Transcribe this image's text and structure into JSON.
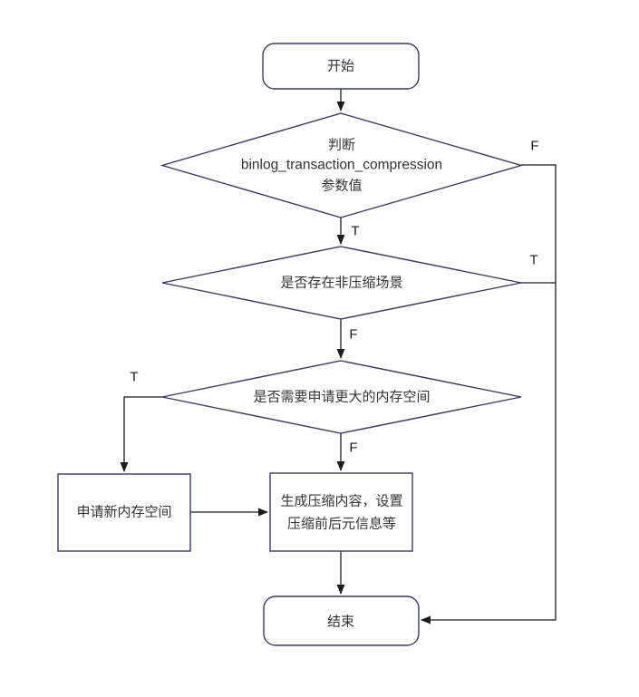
{
  "flowchart": {
    "nodes": {
      "start": {
        "label": "开始"
      },
      "decision_param": {
        "line1": "判断",
        "line2": "binlog_transaction_compression",
        "line3": "参数值"
      },
      "decision_uncompressed": {
        "label": "是否存在非压缩场景"
      },
      "decision_memory": {
        "label": "是否需要申请更大的内存空间"
      },
      "process_new_memory": {
        "label": "申请新内存空间"
      },
      "process_compress": {
        "line1": "生成压缩内容，设置",
        "line2": "压缩前后元信息等"
      },
      "end": {
        "label": "结束"
      }
    },
    "edge_labels": {
      "param_true": "T",
      "param_false": "F",
      "uncompressed_true": "T",
      "uncompressed_false": "F",
      "memory_true": "T",
      "memory_false": "F"
    },
    "colors": {
      "shape_border": "#3a3a5f",
      "arrow": "#1c1c1c",
      "text": "#333333",
      "background": "#ffffff"
    }
  }
}
